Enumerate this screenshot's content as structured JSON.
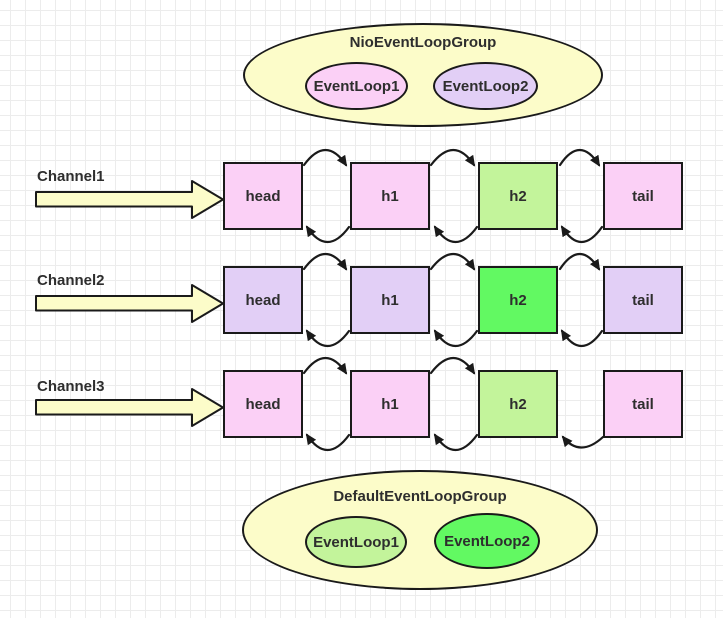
{
  "palette": {
    "canvas_bg": "#FFFFFF",
    "grid_minor": "#ECECEC",
    "grid_major": "#DFDFDF",
    "yellow": "#FCFCC9",
    "pink": "#FBD0F6",
    "purple": "#E2CFF6",
    "light_green": "#C3F49B",
    "green": "#62F962",
    "stroke": "#1A1A1A",
    "text": "#2E2E2E"
  },
  "top_group": {
    "title": "NioEventLoopGroup",
    "color": "#FCFCC9",
    "loops": [
      {
        "label": "EventLoop1",
        "color": "#FBD0F6"
      },
      {
        "label": "EventLoop2",
        "color": "#E2CFF6"
      }
    ]
  },
  "channels": [
    {
      "label": "Channel1",
      "boxes": [
        {
          "label": "head",
          "color": "#FBD0F6"
        },
        {
          "label": "h1",
          "color": "#FBD0F6"
        },
        {
          "label": "h2",
          "color": "#C3F49B"
        },
        {
          "label": "tail",
          "color": "#FBD0F6"
        }
      ]
    },
    {
      "label": "Channel2",
      "boxes": [
        {
          "label": "head",
          "color": "#E2CFF6"
        },
        {
          "label": "h1",
          "color": "#E2CFF6"
        },
        {
          "label": "h2",
          "color": "#62F962"
        },
        {
          "label": "tail",
          "color": "#E2CFF6"
        }
      ]
    },
    {
      "label": "Channel3",
      "boxes": [
        {
          "label": "head",
          "color": "#FBD0F6"
        },
        {
          "label": "h1",
          "color": "#FBD0F6"
        },
        {
          "label": "h2",
          "color": "#C3F49B"
        },
        {
          "label": "tail",
          "color": "#FBD0F6"
        }
      ]
    }
  ],
  "bottom_group": {
    "title": "DefaultEventLoopGroup",
    "color": "#FCFCC9",
    "loops": [
      {
        "label": "EventLoop1",
        "color": "#C3F49B"
      },
      {
        "label": "EventLoop2",
        "color": "#62F962"
      }
    ]
  }
}
